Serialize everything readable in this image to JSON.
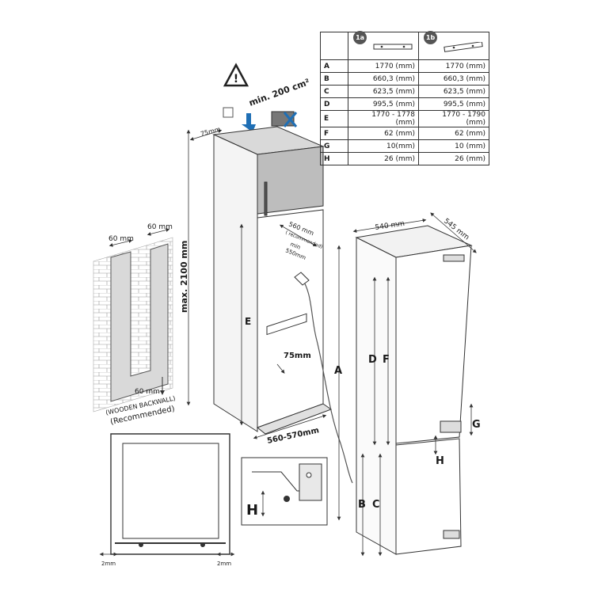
{
  "warning": {
    "ventilation_label": "min. 200 cm²"
  },
  "cabinet": {
    "top_gap": "75mm",
    "height_max": "max. 2100 mm",
    "width_label": "560-570mm",
    "depth_label": "560 mm",
    "depth_recommended": "( recommended)",
    "min_depth": "min",
    "min_depth_value": "550mm",
    "bottom_gap": "75mm",
    "letter_e": "E"
  },
  "backwall": {
    "left_width": "60 mm",
    "right_width": "60 mm",
    "bottom_height": "60 mm",
    "caption_1": "(WOODEN BACKWALL)",
    "caption_2": "(Recommended)"
  },
  "appliance": {
    "width": "540 mm",
    "depth": "545 mm",
    "letter_a": "A",
    "letter_b": "B",
    "letter_c": "C",
    "letter_d": "D",
    "letter_f": "F",
    "letter_g": "G",
    "letter_h": "H"
  },
  "hinge_detail": {
    "letter_h": "H"
  },
  "frame": {
    "left_gap": "2mm",
    "right_gap": "2mm"
  },
  "table": {
    "header": [
      {
        "badge": "1a"
      },
      {
        "badge": "1b"
      }
    ],
    "rows": [
      {
        "key": "A",
        "a": "1770 (mm)",
        "b": "1770 (mm)"
      },
      {
        "key": "B",
        "a": "660,3 (mm)",
        "b": "660,3 (mm)"
      },
      {
        "key": "C",
        "a": "623,5 (mm)",
        "b": "623,5 (mm)"
      },
      {
        "key": "D",
        "a": "995,5 (mm)",
        "b": "995,5 (mm)"
      },
      {
        "key": "E",
        "a": "1770 - 1778 (mm)",
        "b": "1770 - 1790 (mm)"
      },
      {
        "key": "F",
        "a": "62 (mm)",
        "b": "62 (mm)"
      },
      {
        "key": "G",
        "a": "10(mm)",
        "b": "10 (mm)"
      },
      {
        "key": "H",
        "a": "26 (mm)",
        "b": "26 (mm)"
      }
    ]
  },
  "colors": {
    "line": "#333333",
    "arrow_blue": "#1f6fb5",
    "wall": "#d9d9d9",
    "cabinet_top": "#c9c9c9"
  }
}
